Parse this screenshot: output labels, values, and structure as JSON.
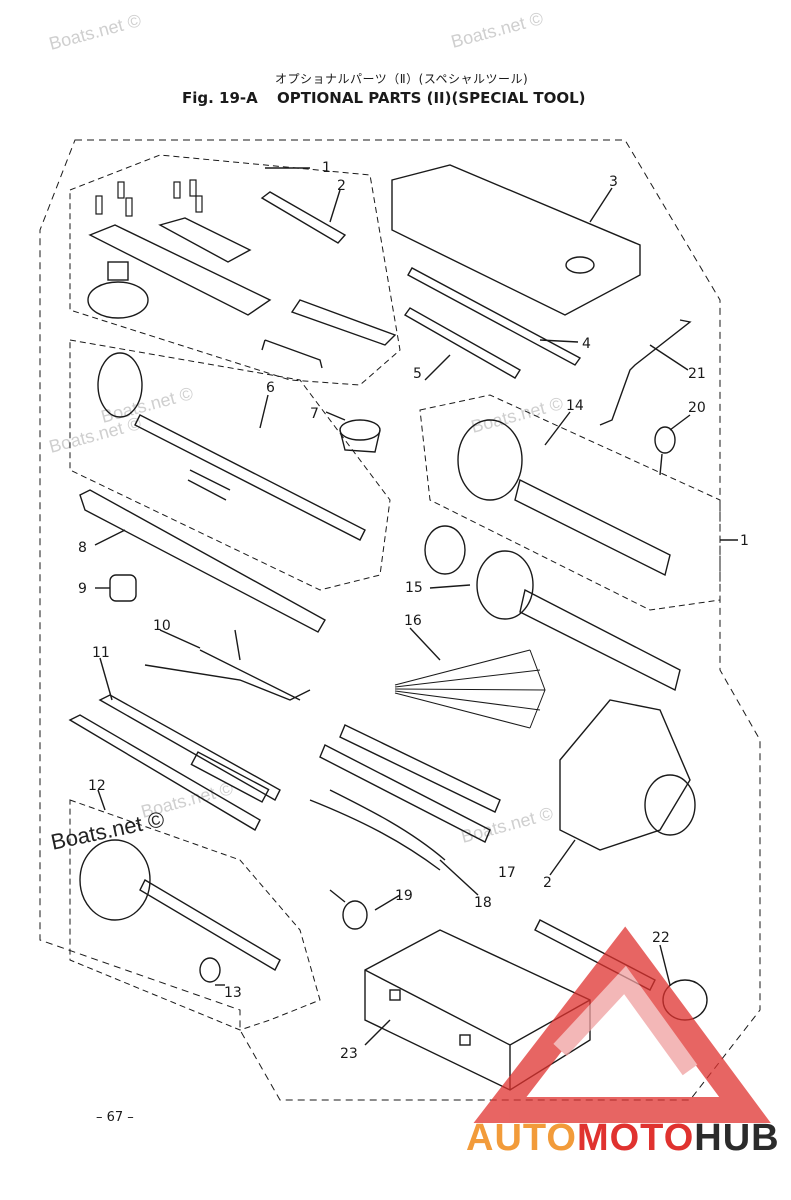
{
  "header": {
    "japanese_title": "オプショナルパーツ（Ⅱ）(スペシャルツール)",
    "fig_label": "Fig. 19-A",
    "fig_title": "OPTIONAL PARTS (II)(SPECIAL TOOL)"
  },
  "callouts": [
    {
      "id": "c1a",
      "label": "1"
    },
    {
      "id": "c2a",
      "label": "2"
    },
    {
      "id": "c3",
      "label": "3"
    },
    {
      "id": "c4",
      "label": "4"
    },
    {
      "id": "c5",
      "label": "5"
    },
    {
      "id": "c21",
      "label": "21"
    },
    {
      "id": "c6",
      "label": "6"
    },
    {
      "id": "c7",
      "label": "7"
    },
    {
      "id": "c14",
      "label": "14"
    },
    {
      "id": "c20",
      "label": "20"
    },
    {
      "id": "c1b",
      "label": "1"
    },
    {
      "id": "c8",
      "label": "8"
    },
    {
      "id": "c9",
      "label": "9"
    },
    {
      "id": "c15",
      "label": "15"
    },
    {
      "id": "c10",
      "label": "10"
    },
    {
      "id": "c16",
      "label": "16"
    },
    {
      "id": "c11",
      "label": "11"
    },
    {
      "id": "c12",
      "label": "12"
    },
    {
      "id": "c17",
      "label": "17"
    },
    {
      "id": "c2b",
      "label": "2"
    },
    {
      "id": "c19",
      "label": "19"
    },
    {
      "id": "c18",
      "label": "18"
    },
    {
      "id": "c22",
      "label": "22"
    },
    {
      "id": "c13",
      "label": "13"
    },
    {
      "id": "c23",
      "label": "23"
    }
  ],
  "watermarks": [
    "Boats.net ©",
    "Boats.net ©",
    "Boats.net ©",
    "Boats.net ©",
    "Boats.net ©",
    "Boats.net ©",
    "Boats.net ©"
  ],
  "watermark_dark": "Boats.net ©",
  "footer": {
    "page_number": "– 67 –",
    "brand_auto": "AUTO",
    "brand_moto": "MOTO",
    "brand_hub": "HUB"
  }
}
